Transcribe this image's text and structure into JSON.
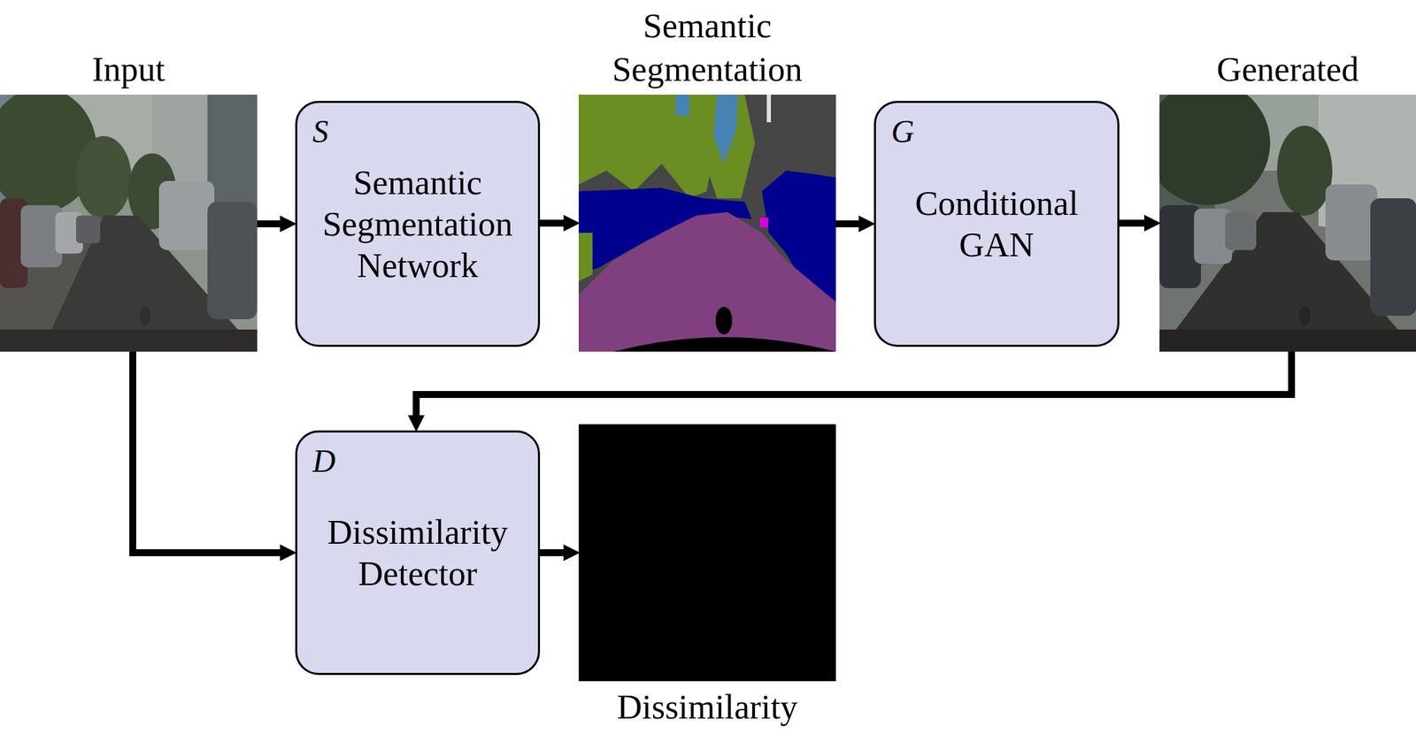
{
  "diagram": {
    "nodes": [
      {
        "text": [
          "Input"
        ]
      },
      {
        "text": [
          "S",
          "Semantic Segmentation Network"
        ]
      },
      {
        "text": [
          "Semantic Segmentation"
        ]
      },
      {
        "text": [
          "G",
          "Conditional GAN"
        ]
      },
      {
        "text": [
          "Generated"
        ]
      },
      {
        "text": [
          "D",
          "Dissimilarity Detector"
        ]
      },
      {
        "text": [
          "Dissimilarity"
        ]
      }
    ],
    "edges": [
      {
        "from": 0,
        "to": 1,
        "arrow": "to"
      },
      {
        "from": 1,
        "to": 2,
        "arrow": "to"
      },
      {
        "from": 2,
        "to": 3,
        "arrow": "to"
      },
      {
        "from": 3,
        "to": 4,
        "arrow": "to"
      },
      {
        "from": 0,
        "to": 5,
        "arrow": "to"
      },
      {
        "from": 4,
        "to": 5,
        "arrow": "to"
      },
      {
        "from": 5,
        "to": 6,
        "arrow": "to"
      }
    ]
  }
}
